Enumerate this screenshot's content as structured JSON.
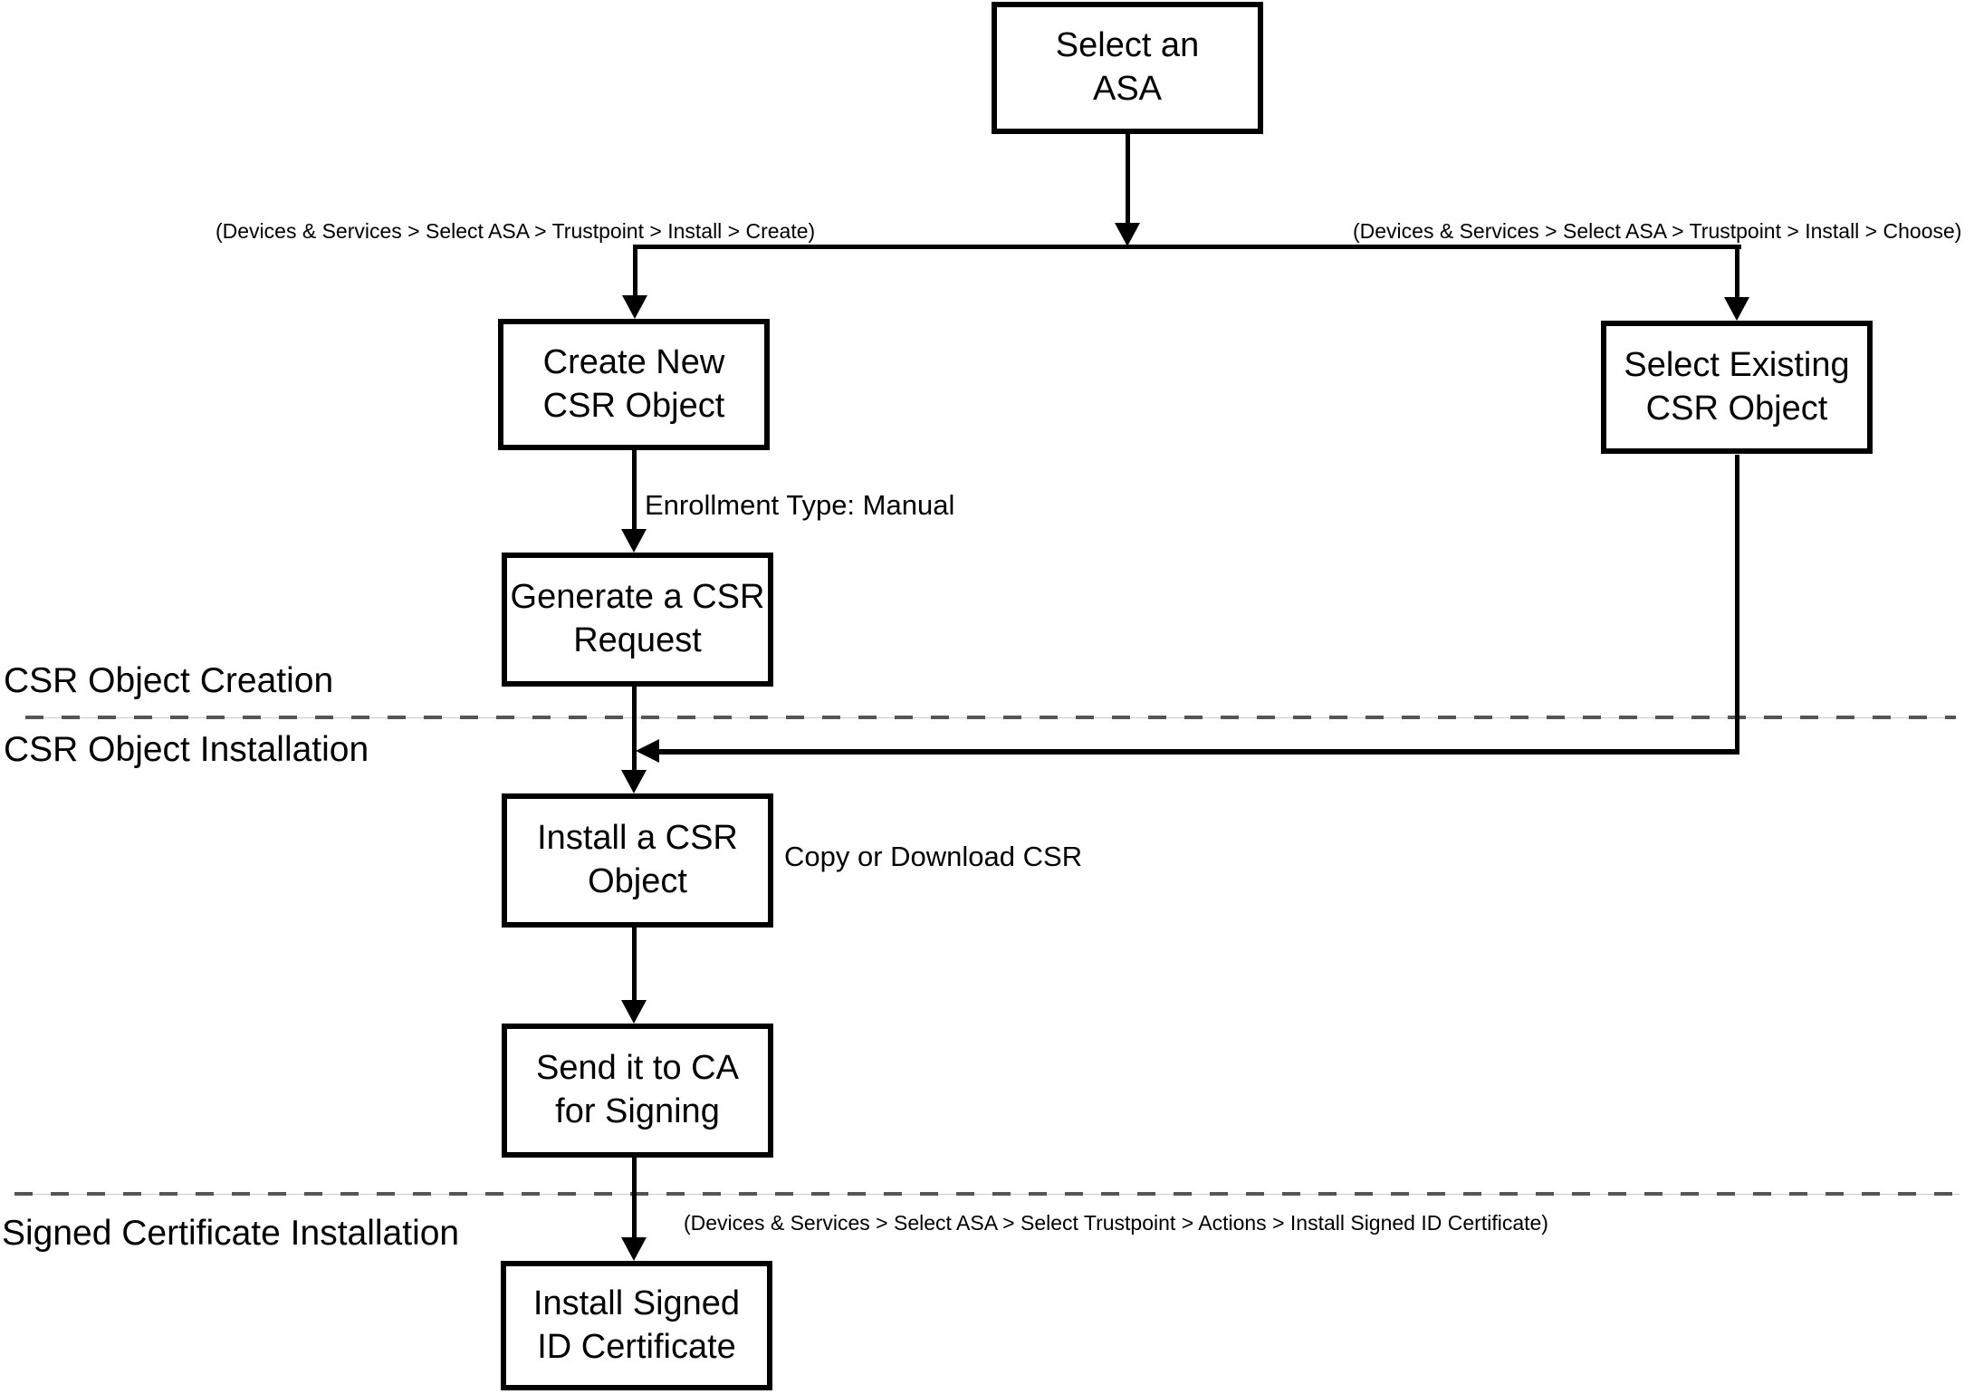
{
  "diagram": {
    "background": "#ffffff",
    "line_color": "#000000",
    "divider_color": "#555555",
    "nodes": {
      "select_asa": {
        "label": "Select an\nASA"
      },
      "create_new_csr": {
        "label": "Create New\nCSR Object"
      },
      "select_existing_csr": {
        "label": "Select Existing\nCSR Object"
      },
      "generate_csr": {
        "label": "Generate a CSR\nRequest"
      },
      "install_csr": {
        "label": "Install a CSR\nObject"
      },
      "send_to_ca": {
        "label": "Send it to CA\nfor Signing"
      },
      "install_signed_cert": {
        "label": "Install Signed\nID Certificate"
      }
    },
    "edge_labels": {
      "create_path": "(Devices & Services > Select ASA > Trustpoint > Install > Create)",
      "choose_path": "(Devices & Services > Select ASA > Trustpoint > Install > Choose)",
      "enrollment_type": "Enrollment Type: Manual",
      "copy_or_download": "Copy or Download CSR",
      "install_signed_path": "(Devices & Services > Select ASA > Select Trustpoint > Actions > Install Signed ID Certificate)"
    },
    "sections": {
      "creation": "CSR Object Creation",
      "installation": "CSR Object Installation",
      "signed_installation": "Signed Certificate Installation"
    }
  }
}
